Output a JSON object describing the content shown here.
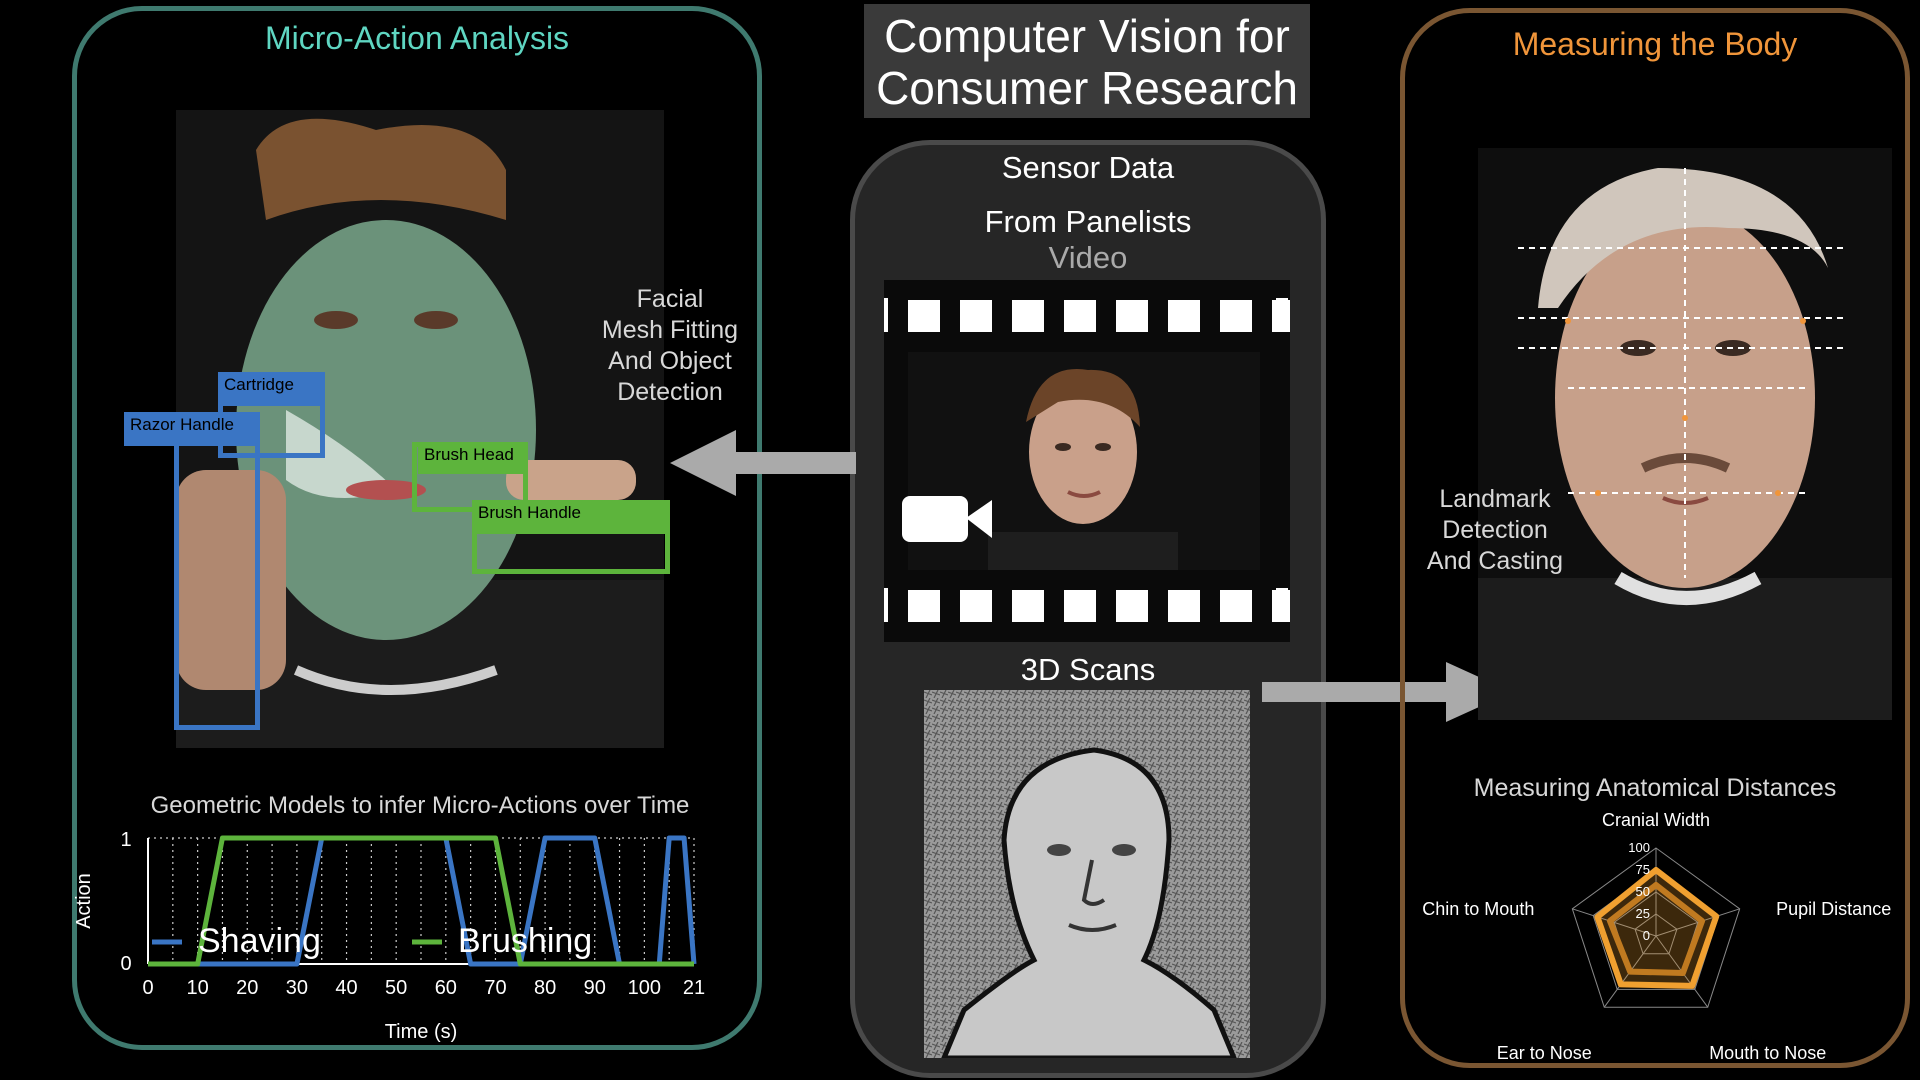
{
  "main_title": {
    "line1": "Computer Vision for",
    "line2": "Consumer Research"
  },
  "left": {
    "title": "Micro-Action Analysis",
    "mesh_caption": [
      "Facial",
      "Mesh Fitting",
      "And Object",
      "Detection"
    ],
    "boxes": {
      "cartridge": "Cartridge",
      "razor_handle": "Razor Handle",
      "brush_head": "Brush Head",
      "brush_handle": "Brush Handle"
    },
    "colors": {
      "title": "#5fd6c2",
      "blue": "#3a75c4",
      "green": "#5db43c",
      "mesh": "#7aa88c"
    }
  },
  "center": {
    "sensor_line1": "Sensor Data",
    "sensor_line2": "From Panelists",
    "video_label": "Video",
    "scans_label": "3D Scans"
  },
  "right": {
    "title": "Measuring the Body",
    "landmark_caption": [
      "Landmark",
      "Detection",
      "And Casting"
    ],
    "radar_title": "Measuring Anatomical Distances",
    "colors": {
      "title": "#f0953a",
      "radar": "#f0a030"
    }
  },
  "chart_data": [
    {
      "type": "line",
      "title": "Geometric Models to infer Micro-Actions over Time",
      "xlabel": "Time (s)",
      "ylabel": "Action",
      "x_tick_labels": [
        "0",
        "10",
        "20",
        "30",
        "40",
        "50",
        "60",
        "70",
        "80",
        "90",
        "100",
        "21"
      ],
      "y_tick_labels": [
        "0",
        "1"
      ],
      "ylim": [
        0,
        1
      ],
      "legend_placement": "bottom, inside",
      "series": [
        {
          "name": "Shaving",
          "color": "#3a75c4",
          "x": [
            0,
            10,
            30,
            35,
            60,
            65,
            75,
            80,
            90,
            95,
            103,
            105,
            108,
            110
          ],
          "y": [
            0,
            0,
            0,
            1,
            1,
            0,
            0,
            1,
            1,
            0,
            0,
            1,
            1,
            0
          ]
        },
        {
          "name": "Brushing",
          "color": "#5db43c",
          "x": [
            0,
            10,
            15,
            70,
            75,
            110
          ],
          "y": [
            0,
            0,
            1,
            1,
            0,
            0
          ]
        }
      ]
    },
    {
      "type": "radar",
      "title": "Measuring Anatomical Distances",
      "axes": [
        "Cranial Width",
        "Pupil Distance",
        "Mouth to Nose",
        "Ear to Nose",
        "Chin to Mouth"
      ],
      "r_tick_labels": [
        "0",
        "25",
        "50",
        "75",
        "100"
      ],
      "rlim": [
        0,
        100
      ],
      "series": [
        {
          "values": [
            75,
            72,
            70,
            68,
            70
          ],
          "color": "#f0a030"
        },
        {
          "values": [
            58,
            55,
            52,
            50,
            55
          ],
          "color": "#c07a20"
        }
      ]
    }
  ]
}
